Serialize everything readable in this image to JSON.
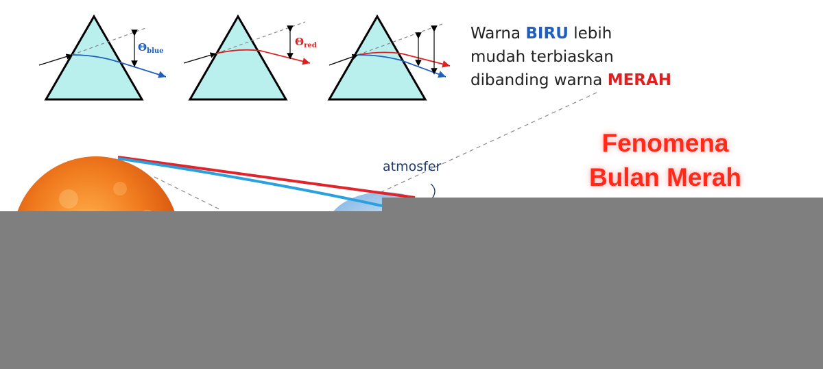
{
  "caption": {
    "line1_a": "Warna ",
    "line1_kw": "BIRU",
    "line1_b": " lebih",
    "line2": "mudah terbiaskan",
    "line3_a": "dibanding warna ",
    "line3_kw": "MERAH"
  },
  "prisms": [
    {
      "angle_symbol": "Θ",
      "angle_sub": "blue"
    },
    {
      "angle_symbol": "Θ",
      "angle_sub": "red"
    },
    {
      "angle_symbol": "",
      "angle_sub": ""
    }
  ],
  "title": {
    "line1": "Fenomena",
    "line2": "Bulan  Merah"
  },
  "atmosphere_label": "atmosfer",
  "colors": {
    "blue": "#1f5fbf",
    "red": "#e02020",
    "prism_fill": "#b9f0ee",
    "atmosphere": "#a9cdee",
    "sun": "#f07a1e",
    "overlay": "#7f7f7f",
    "label": "#1f3a6e",
    "beam_blue": "#2aa0dd",
    "beam_red": "#e0242c"
  }
}
